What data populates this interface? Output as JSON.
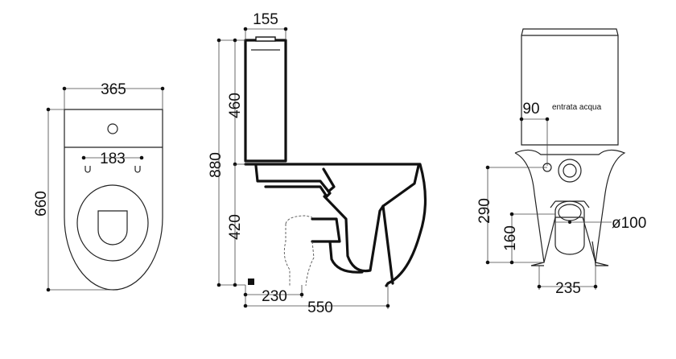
{
  "top_view": {
    "width_label": "365",
    "hole_spacing_label": "183",
    "depth_label": "660"
  },
  "side_view": {
    "cistern_depth_label": "155",
    "cistern_height_label": "460",
    "total_height_label": "880",
    "bowl_height_label": "420",
    "outlet_distance_label": "230",
    "total_depth_label": "550"
  },
  "rear_view": {
    "inlet_offset_label": "90",
    "inlet_note": "entrata acqua",
    "inlet_height_label": "290",
    "outlet_height_label": "160",
    "outlet_diameter_label": "ø100",
    "base_width_label": "235"
  }
}
